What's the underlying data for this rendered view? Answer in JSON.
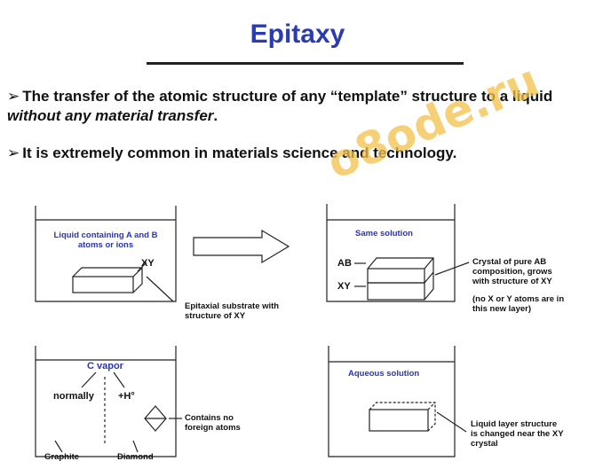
{
  "slide": {
    "title": "Epitaxy",
    "bullets": [
      {
        "arrow": "➢",
        "text_a": "The transfer of the atomic structure of any “template” structure to a liquid ",
        "text_em": "without any material transfer",
        "text_b": "."
      },
      {
        "arrow": "➢",
        "text": "It is extremely common in materials science and technology."
      }
    ]
  },
  "diagram1": {
    "liquid_label_line1": "Liquid containing A and B",
    "liquid_label_line2": "atoms or ions",
    "xy_label": "XY",
    "substrate_note_line1": "Epitaxial substrate with",
    "substrate_note_line2": "structure of XY"
  },
  "diagram2": {
    "solution_label": "Same solution",
    "ab_label": "AB",
    "xy_label": "XY",
    "crystal_note_lines": [
      "Crystal of pure AB",
      "composition, grows",
      "with structure of XY"
    ],
    "paren_note_lines": [
      "(no X or Y atoms are in",
      "this new layer)"
    ]
  },
  "diagram3": {
    "vapor_label": "C vapor",
    "normally_label": "normally",
    "hydrogen_label": "+H°",
    "no_foreign_line1": "Contains no",
    "no_foreign_line2": "foreign atoms",
    "graphite_label": "Graphite",
    "diamond_label": "Diamond"
  },
  "diagram4": {
    "aqueous_label": "Aqueous solution",
    "note_lines": [
      "Liquid layer structure",
      "is changed near the XY",
      "crystal"
    ]
  },
  "watermark": "o8ode.ru",
  "colors": {
    "title": "#2b3bb0",
    "labels": "#2a35b5",
    "watermark": "#f3c14a"
  }
}
